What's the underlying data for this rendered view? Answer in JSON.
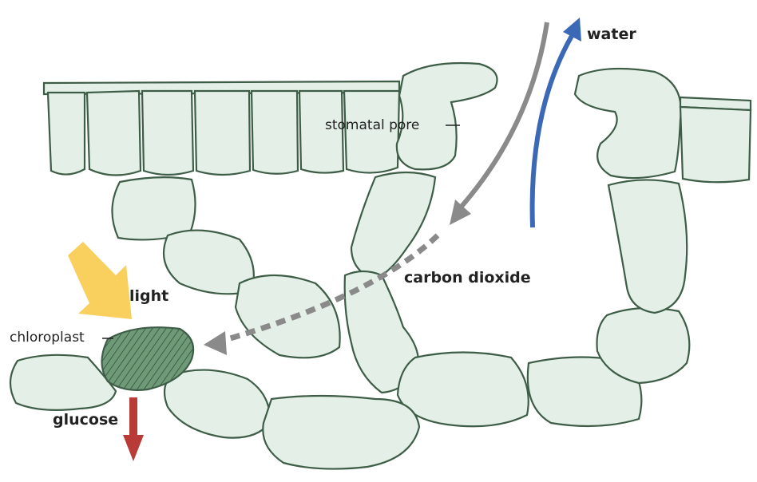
{
  "labels": {
    "water": "water",
    "stomatal_pore": "stomatal pore",
    "carbon_dioxide": "carbon dioxide",
    "light": "light",
    "chloroplast": "chloroplast",
    "glucose": "glucose"
  },
  "colors": {
    "cell_fill": "#e4f0e7",
    "cell_stroke": "#3e5d47",
    "chloroplast": "#5f8b69",
    "light": "#f9cf5d",
    "glucose": "#b83b37",
    "water": "#3b69b5",
    "carbon_dioxide": "#8a8a8a"
  }
}
